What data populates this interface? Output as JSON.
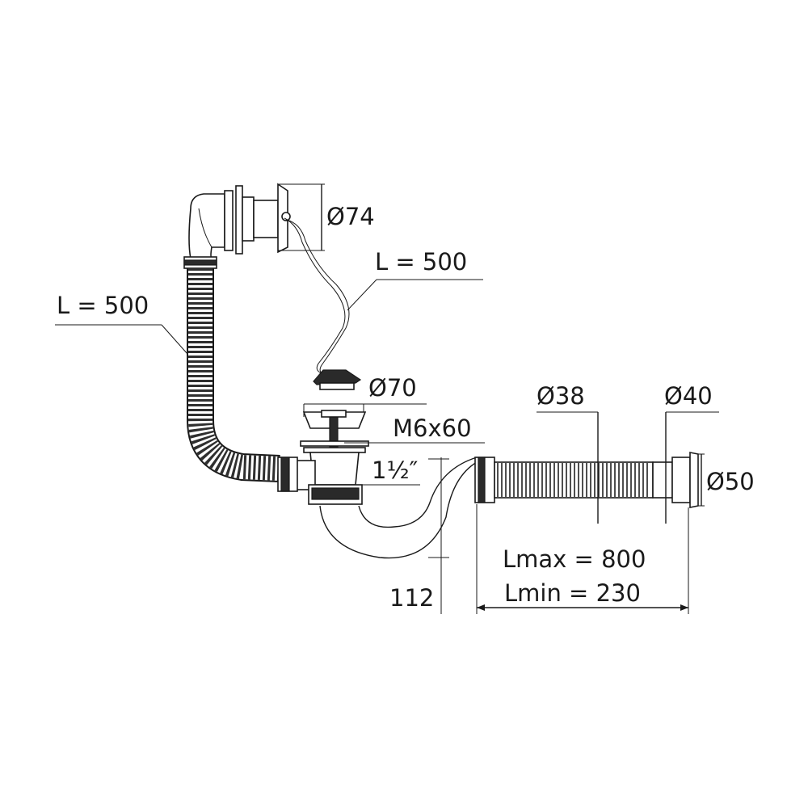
{
  "labels": {
    "overflow_diameter": "Ø74",
    "cable_length": "L = 500",
    "hose_length": "L = 500",
    "plug_diameter": "Ø70",
    "screw_size": "M6x60",
    "thread_size": "1½″",
    "pipe_inner_diameter": "Ø38",
    "pipe_outer_diameter": "Ø40",
    "outlet_diameter": "Ø50",
    "length_max": "Lmax = 800",
    "length_min": "Lmin = 230",
    "trap_height": "112"
  },
  "colors": {
    "line": "#1a1a1a",
    "background": "#ffffff",
    "fill_dark": "#2a2a2a"
  }
}
